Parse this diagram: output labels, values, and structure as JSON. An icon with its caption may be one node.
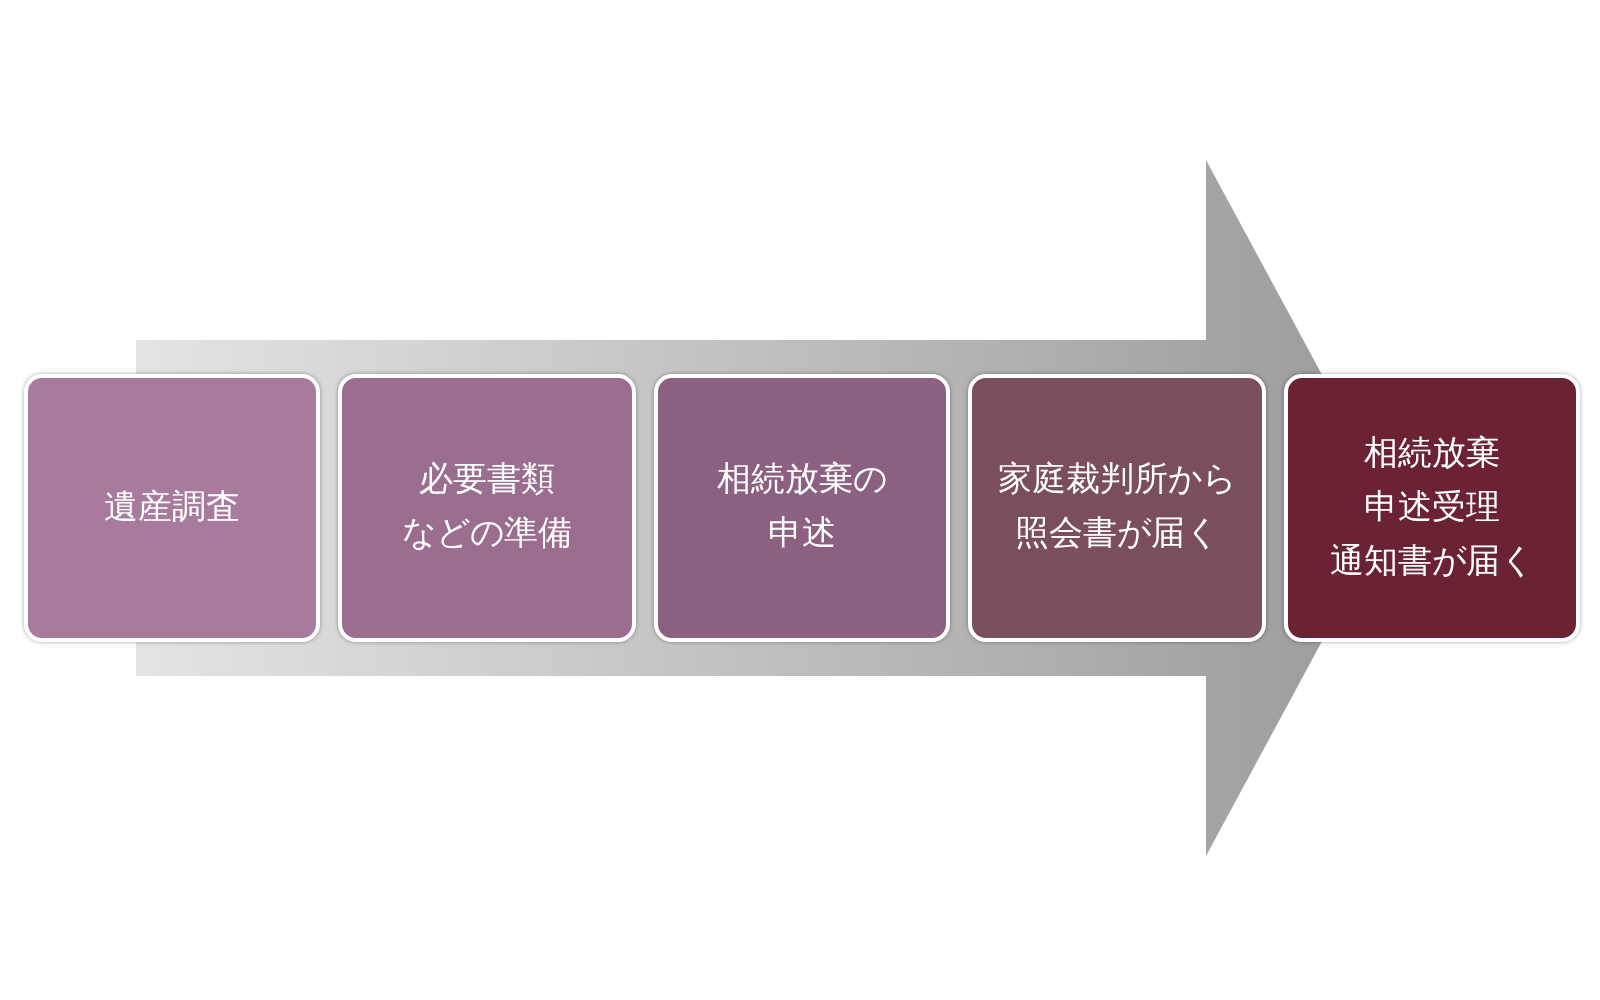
{
  "diagram": {
    "nodes": [
      {
        "text": [
          "遺産調査"
        ]
      },
      {
        "text": [
          "必要書類などの準備"
        ]
      },
      {
        "text": [
          "相続放棄の申述"
        ]
      },
      {
        "text": [
          "家庭裁判所から照会書が届く"
        ]
      },
      {
        "text": [
          "相続放棄申述受理通知書が届く"
        ]
      }
    ],
    "edges": [
      {
        "from": 0,
        "to": 4,
        "arrow": "to"
      }
    ]
  }
}
